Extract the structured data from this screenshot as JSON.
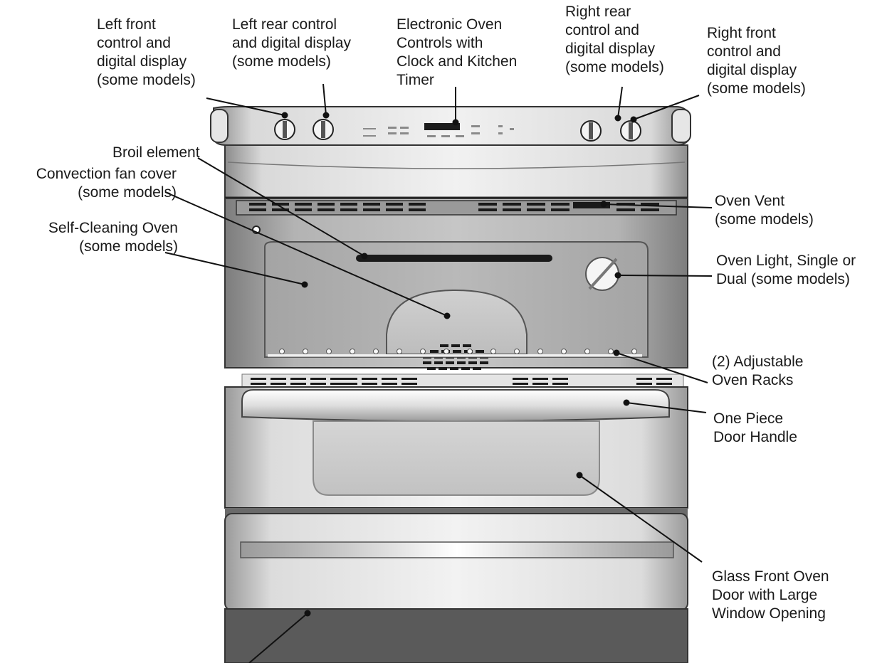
{
  "diagram": {
    "callouts": [
      {
        "id": "left-front",
        "text": "Left front\ncontrol and\ndigital display\n(some models)"
      },
      {
        "id": "left-rear",
        "text": "Left rear control\nand digital display\n(some models)"
      },
      {
        "id": "electronic-controls",
        "text": "Electronic Oven\nControls with\nClock and Kitchen\nTimer"
      },
      {
        "id": "right-rear",
        "text": "Right rear\ncontrol and\ndigital display\n(some models)"
      },
      {
        "id": "right-front",
        "text": "Right front\ncontrol and\ndigital display\n(some models)"
      },
      {
        "id": "broil-element",
        "text": "Broil element"
      },
      {
        "id": "convection-fan",
        "text": "Convection fan cover\n(some models)"
      },
      {
        "id": "self-cleaning",
        "text": "Self-Cleaning Oven\n(some models)"
      },
      {
        "id": "oven-vent",
        "text": "Oven Vent\n(some models)"
      },
      {
        "id": "oven-light",
        "text": "Oven Light, Single or\nDual (some models)"
      },
      {
        "id": "oven-racks",
        "text": "(2) Adjustable\nOven Racks"
      },
      {
        "id": "door-handle",
        "text": "One Piece\nDoor Handle"
      },
      {
        "id": "glass-door",
        "text": "Glass Front Oven\nDoor with Large\nWindow Opening"
      }
    ]
  },
  "colors": {
    "line": "#111111",
    "body_light": "#ececec",
    "body_mid": "#c9c9c9",
    "body_dark": "#5a5a5a",
    "cavity": "#a9a9a9"
  }
}
